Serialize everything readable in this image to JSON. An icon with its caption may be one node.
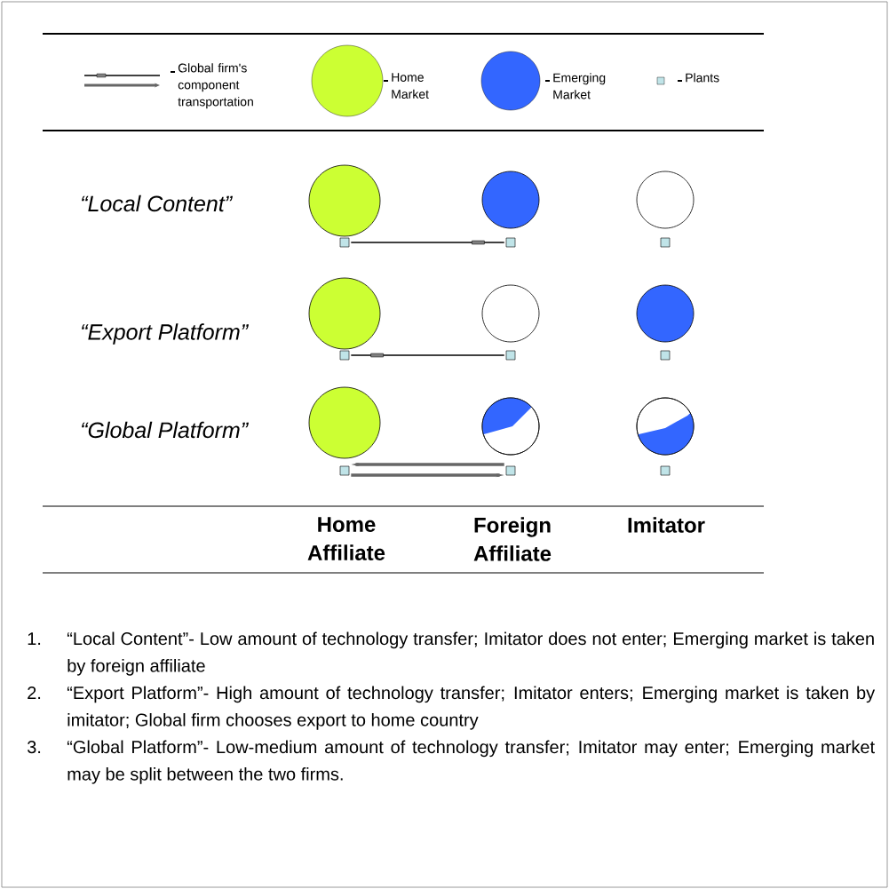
{
  "diagram": {
    "nodes": [
      {
        "text": [],
        "shape": "circle"
      },
      {
        "text": [],
        "shape": "circle"
      },
      {
        "text": [],
        "shape": "circle"
      },
      {
        "text": [],
        "shape": "box"
      },
      {
        "text": [],
        "shape": "box"
      },
      {
        "text": [],
        "shape": "box"
      },
      {
        "text": [],
        "shape": "circle"
      },
      {
        "text": [],
        "shape": "circle"
      },
      {
        "text": [],
        "shape": "circle"
      },
      {
        "text": [],
        "shape": "box"
      },
      {
        "text": [],
        "shape": "box"
      },
      {
        "text": [],
        "shape": "box"
      },
      {
        "text": [],
        "shape": "circle"
      },
      {
        "text": [],
        "shape": "circle"
      },
      {
        "text": [],
        "shape": "circle"
      },
      {
        "text": [],
        "shape": "box"
      },
      {
        "text": [],
        "shape": "box"
      },
      {
        "text": [],
        "shape": "box"
      }
    ],
    "edges": [
      {
        "from": 3,
        "to": 4,
        "arrow": "none"
      },
      {
        "from": 9,
        "to": 10,
        "arrow": "none"
      },
      {
        "from": 16,
        "to": 15,
        "arrow": "to",
        "style": "thick",
        "color": "#666666"
      },
      {
        "from": 15,
        "to": 16,
        "arrow": "to",
        "style": "thick",
        "color": "#666666"
      }
    ],
    "labels": [
      "“Local Content”",
      "“Export Platform”",
      "“Global Platform”",
      "Home Affiliate",
      "Foreign Affiliate",
      "Imitator",
      "1.",
      "“Local Content”- Low amount of technology transfer; Imitator does not enter; Emerging market is taken by foreign affiliate",
      "2.",
      "“Export Platform”- High amount of technology transfer; Imitator enters; Emerging market is taken by imitator; Global firm chooses export to home country",
      "3.",
      "“Global Platform”- Low-medium amount of technology transfer; Imitator may enter; Emerging market may be split between the two firms."
    ],
    "legend": [
      {
        "text": "Global firm's component transportation"
      },
      {
        "text": "Home Market",
        "color": "#ccff33"
      },
      {
        "text": "Emerging Market",
        "color": "#3366ff"
      },
      {
        "text": "Plants",
        "color": "#c0e4e8"
      }
    ]
  }
}
